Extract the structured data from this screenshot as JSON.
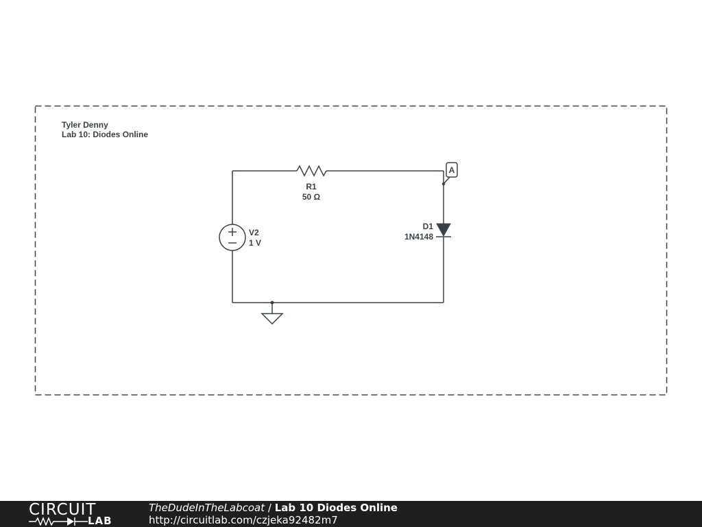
{
  "schematic": {
    "author_name": "Tyler Denny",
    "lab_title": "Lab 10: Diodes Online",
    "components": {
      "resistor": {
        "ref": "R1",
        "value": "50 Ω"
      },
      "voltage_source": {
        "ref": "V2",
        "value": "1 V"
      },
      "diode": {
        "ref": "D1",
        "value": "1N4148"
      },
      "probe": {
        "label": "A"
      }
    },
    "stroke_color": "#3a4248"
  },
  "footer": {
    "logo_top": "CIRCUIT",
    "logo_bottom": "LAB",
    "author": "TheDudeInTheLabcoat",
    "separator": " / ",
    "circuit_title": "Lab 10 Diodes Online",
    "url": "http://circuitlab.com/czjeka92482m7",
    "background": "#1f1f1f"
  }
}
